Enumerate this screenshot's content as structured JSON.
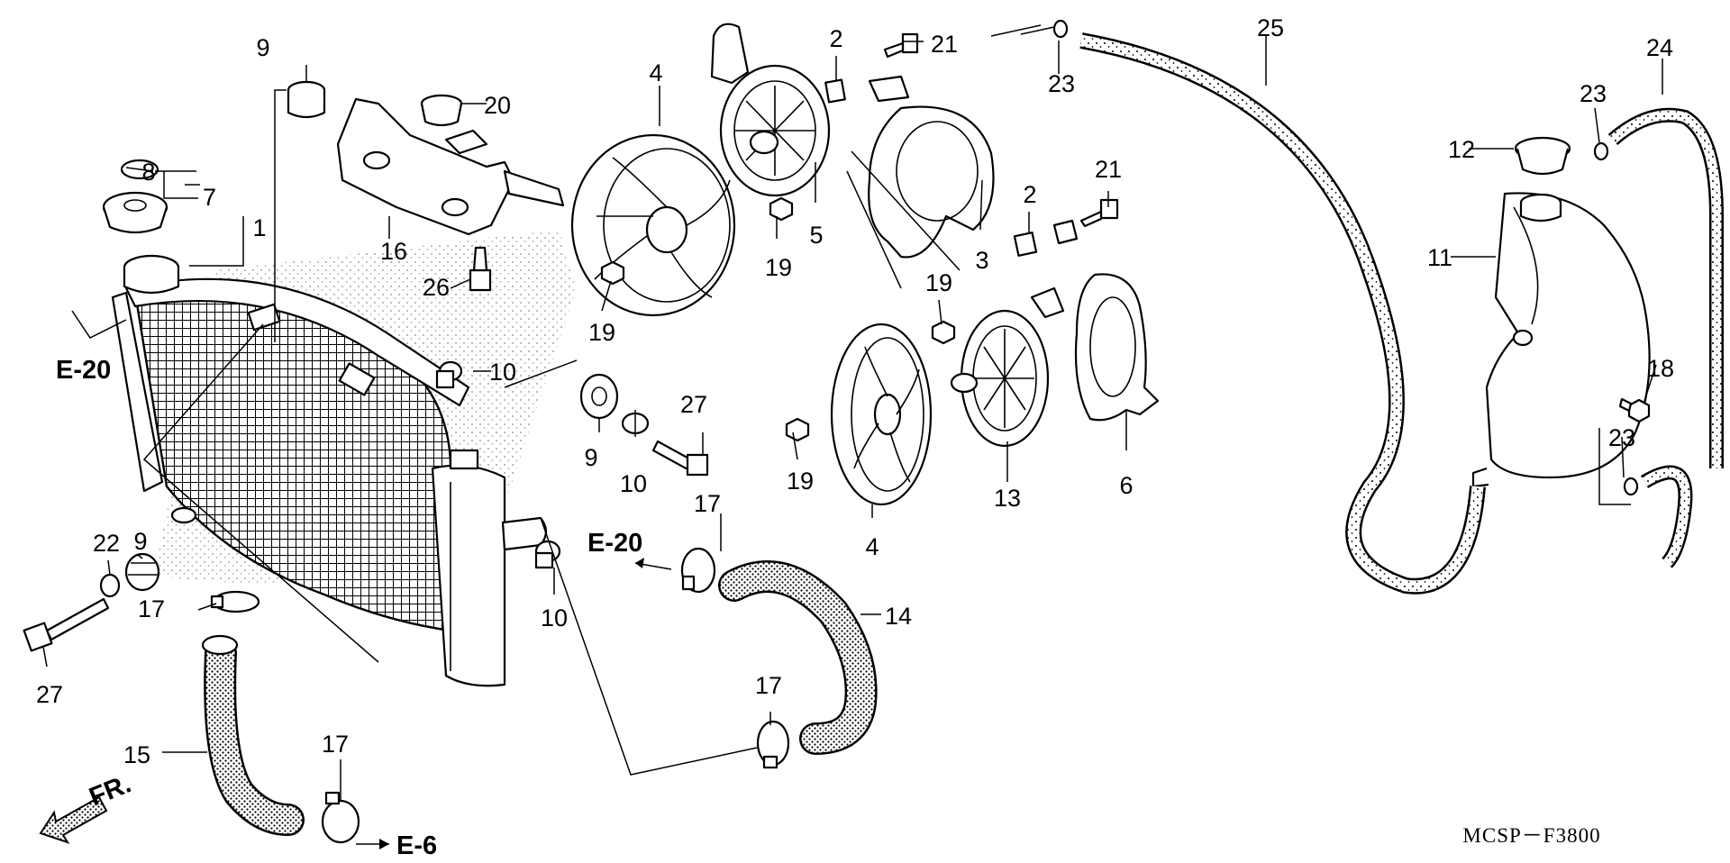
{
  "diagram_code": "MCSP－F3800",
  "direction_label": "FR.",
  "refs": {
    "left_top": "E-20",
    "center": "E-20",
    "bottom": "E-6"
  },
  "callouts": {
    "c1": "1",
    "c2a": "2",
    "c2b": "2",
    "c3": "3",
    "c4a": "4",
    "c4b": "4",
    "c5": "5",
    "c6": "6",
    "c7": "7",
    "c8": "8",
    "c9a": "9",
    "c9b": "9",
    "c9c": "9",
    "c10a": "10",
    "c10b": "10",
    "c10c": "10",
    "c11": "11",
    "c12": "12",
    "c13": "13",
    "c14": "14",
    "c15": "15",
    "c16": "16",
    "c17a": "17",
    "c17b": "17",
    "c17c": "17",
    "c17d": "17",
    "c18": "18",
    "c19a": "19",
    "c19b": "19",
    "c19c": "19",
    "c19d": "19",
    "c20": "20",
    "c21a": "21",
    "c21b": "21",
    "c22": "22",
    "c23a": "23",
    "c23b": "23",
    "c23c": "23",
    "c24": "24",
    "c25": "25",
    "c26": "26",
    "c27a": "27",
    "c27b": "27"
  }
}
